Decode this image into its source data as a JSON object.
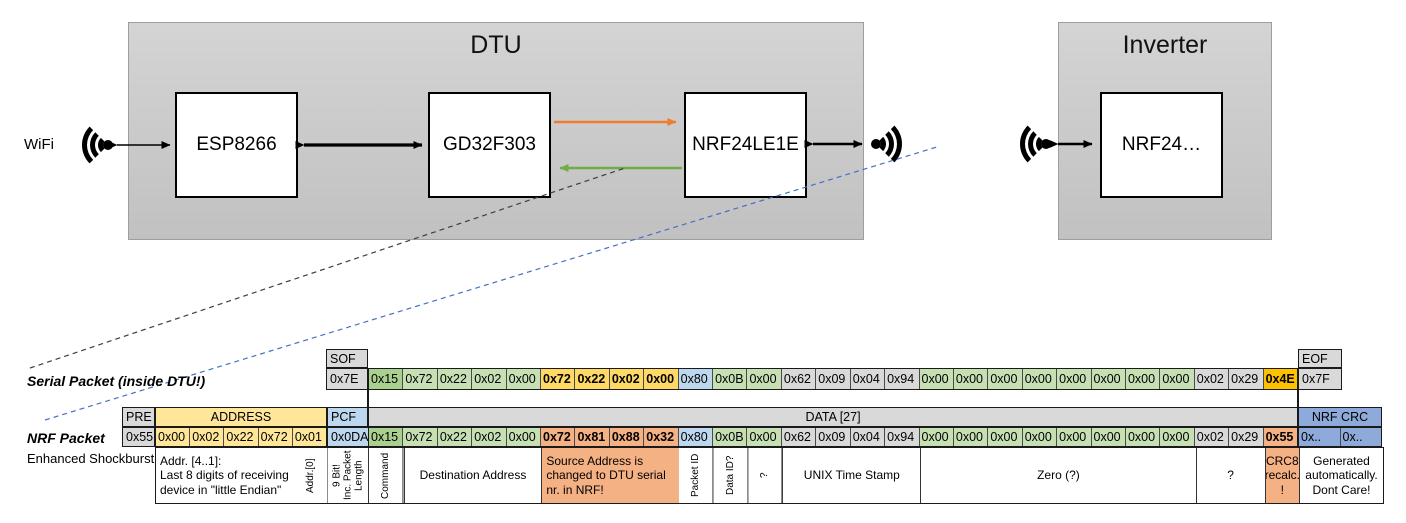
{
  "colors": {
    "orange_arrow": "#ED7D31",
    "green_arrow": "#70AD47",
    "blue_dashed": "#4472C4",
    "black_dashed": "#3f3f3f",
    "green_dark": "#A9D08E",
    "green_light": "#C6E0B4",
    "yellow_bold": "#FFD966",
    "yellow_addr": "#FFE699",
    "blue_light": "#BDD7EE",
    "blue_medium": "#8EAADB",
    "gray_cell": "#D9D9D9",
    "orange_gold": "#FFC000",
    "salmon": "#F4B183"
  },
  "diagram": {
    "wifi_label": "WiFi",
    "dtu_title": "DTU",
    "dtu_components": [
      "ESP8266",
      "GD32F303",
      "NRF24LE1E"
    ],
    "inverter_title": "Inverter",
    "inverter_component": "NRF24…"
  },
  "serial_packet": {
    "label": "Serial Packet (inside DTU!)",
    "sof_header": "SOF",
    "sof_value": "0x7E",
    "eof_header": "EOF",
    "eof_value": "0x7F",
    "bytes": [
      {
        "v": "0x15",
        "c": "g1"
      },
      {
        "v": "0x72",
        "c": "g2"
      },
      {
        "v": "0x22",
        "c": "g2"
      },
      {
        "v": "0x02",
        "c": "g2"
      },
      {
        "v": "0x00",
        "c": "g2"
      },
      {
        "v": "0x72",
        "c": "yb"
      },
      {
        "v": "0x22",
        "c": "yb"
      },
      {
        "v": "0x02",
        "c": "yb"
      },
      {
        "v": "0x00",
        "c": "yb"
      },
      {
        "v": "0x80",
        "c": "bl"
      },
      {
        "v": "0x0B",
        "c": "g2"
      },
      {
        "v": "0x00",
        "c": "g2"
      },
      {
        "v": "0x62",
        "c": "gy"
      },
      {
        "v": "0x09",
        "c": "gy"
      },
      {
        "v": "0x04",
        "c": "gy"
      },
      {
        "v": "0x94",
        "c": "gy"
      },
      {
        "v": "0x00",
        "c": "g2"
      },
      {
        "v": "0x00",
        "c": "g2"
      },
      {
        "v": "0x00",
        "c": "g2"
      },
      {
        "v": "0x00",
        "c": "g2"
      },
      {
        "v": "0x00",
        "c": "g2"
      },
      {
        "v": "0x00",
        "c": "g2"
      },
      {
        "v": "0x00",
        "c": "g2"
      },
      {
        "v": "0x00",
        "c": "g2"
      },
      {
        "v": "0x02",
        "c": "gy"
      },
      {
        "v": "0x29",
        "c": "gy"
      },
      {
        "v": "0x4E",
        "c": "ob"
      }
    ]
  },
  "nrf_packet": {
    "label": "NRF Packet",
    "sublabel": "Enhanced Shockburst",
    "pre_header": "PRE",
    "pre_value": "0x55",
    "address_header": "ADDRESS",
    "address_values": [
      "0x00",
      "0x02",
      "0x22",
      "0x72",
      "0x01"
    ],
    "pcf_header": "PCF",
    "pcf_value": "0x0DA",
    "data_header": "DATA [27]",
    "bytes": [
      {
        "v": "0x15",
        "c": "g1"
      },
      {
        "v": "0x72",
        "c": "g2"
      },
      {
        "v": "0x22",
        "c": "g2"
      },
      {
        "v": "0x02",
        "c": "g2"
      },
      {
        "v": "0x00",
        "c": "g2"
      },
      {
        "v": "0x72",
        "c": "sb"
      },
      {
        "v": "0x81",
        "c": "sb"
      },
      {
        "v": "0x88",
        "c": "sb"
      },
      {
        "v": "0x32",
        "c": "sb"
      },
      {
        "v": "0x80",
        "c": "bl"
      },
      {
        "v": "0x0B",
        "c": "g2"
      },
      {
        "v": "0x00",
        "c": "g2"
      },
      {
        "v": "0x62",
        "c": "gy"
      },
      {
        "v": "0x09",
        "c": "gy"
      },
      {
        "v": "0x04",
        "c": "gy"
      },
      {
        "v": "0x94",
        "c": "gy"
      },
      {
        "v": "0x00",
        "c": "g2"
      },
      {
        "v": "0x00",
        "c": "g2"
      },
      {
        "v": "0x00",
        "c": "g2"
      },
      {
        "v": "0x00",
        "c": "g2"
      },
      {
        "v": "0x00",
        "c": "g2"
      },
      {
        "v": "0x00",
        "c": "g2"
      },
      {
        "v": "0x00",
        "c": "g2"
      },
      {
        "v": "0x00",
        "c": "g2"
      },
      {
        "v": "0x02",
        "c": "gy"
      },
      {
        "v": "0x29",
        "c": "gy"
      },
      {
        "v": "0x55",
        "c": "sb"
      }
    ],
    "crc_header": "NRF CRC",
    "crc_values": [
      "0x..",
      "0x.."
    ],
    "annotations": [
      {
        "text": "Addr. [4..1]:\nLast 8 digits of receiving\ndevice in \"little Endian\"",
        "cols": 4,
        "align": "left"
      },
      {
        "text": "Addr.[0]",
        "cols": 1,
        "vertical": true
      },
      {
        "text": "9 Bit!\nInc. Packet\nLength",
        "cols": 1,
        "vertical": true,
        "unit": "pcf"
      },
      {
        "text": "Command",
        "cols": 1,
        "vertical": true
      },
      {
        "text": "Destination Address",
        "cols": 4
      },
      {
        "text": "Source Address is\nchanged to DTU serial\nnr. in NRF!",
        "cols": 4,
        "bg": "salmon",
        "align": "left"
      },
      {
        "text": "Packet ID",
        "cols": 1,
        "vertical": true
      },
      {
        "text": "Data ID?",
        "cols": 1,
        "vertical": true
      },
      {
        "text": "?",
        "cols": 1,
        "vertical": true
      },
      {
        "text": "UNIX Time Stamp",
        "cols": 4
      },
      {
        "text": "Zero (?)",
        "cols": 8
      },
      {
        "text": "?",
        "cols": 2
      },
      {
        "text": "CRC8\nrecalc.\n!",
        "cols": 1,
        "bg": "salmon"
      },
      {
        "text": "Generated\nautomatically.\nDont Care!",
        "cols": 2,
        "unit": "crc"
      }
    ]
  }
}
